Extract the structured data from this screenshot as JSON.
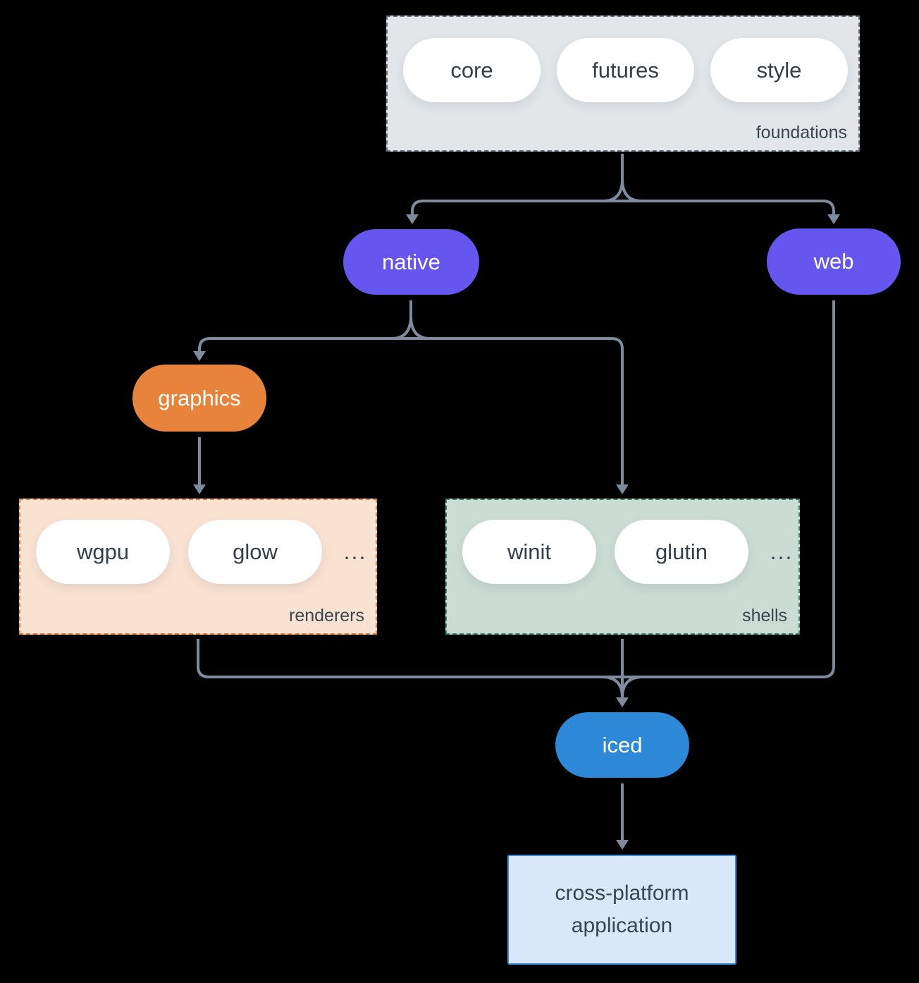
{
  "groups": {
    "foundations": {
      "label": "foundations",
      "pills": [
        "core",
        "futures",
        "style"
      ]
    },
    "renderers": {
      "label": "renderers",
      "pills": [
        "wgpu",
        "glow"
      ],
      "ellipsis": "..."
    },
    "shells": {
      "label": "shells",
      "pills": [
        "winit",
        "glutin"
      ],
      "ellipsis": "..."
    }
  },
  "nodes": {
    "native": {
      "label": "native"
    },
    "web": {
      "label": "web"
    },
    "graphics": {
      "label": "graphics"
    },
    "iced": {
      "label": "iced"
    },
    "application": {
      "label": "cross-platform application"
    }
  },
  "colors": {
    "background": "#000000",
    "connector_line": "#7D8B9C",
    "text_dark": "#37474F",
    "pill_text_dark": "#334049",
    "pill_white": "#FFFFFF",
    "native_web_purple": "#6456EE",
    "graphics_orange": "#E8833C",
    "iced_blue": "#2E88D8",
    "foundations_fill": "#E2E6E9",
    "foundations_border": "#66717F",
    "renderers_fill": "#FAE2D2",
    "renderers_border": "#E8833C",
    "shells_fill": "#CBDCD4",
    "shells_border": "#35836D",
    "application_fill": "#D9E8F8",
    "application_border": "#3E8EDC"
  }
}
